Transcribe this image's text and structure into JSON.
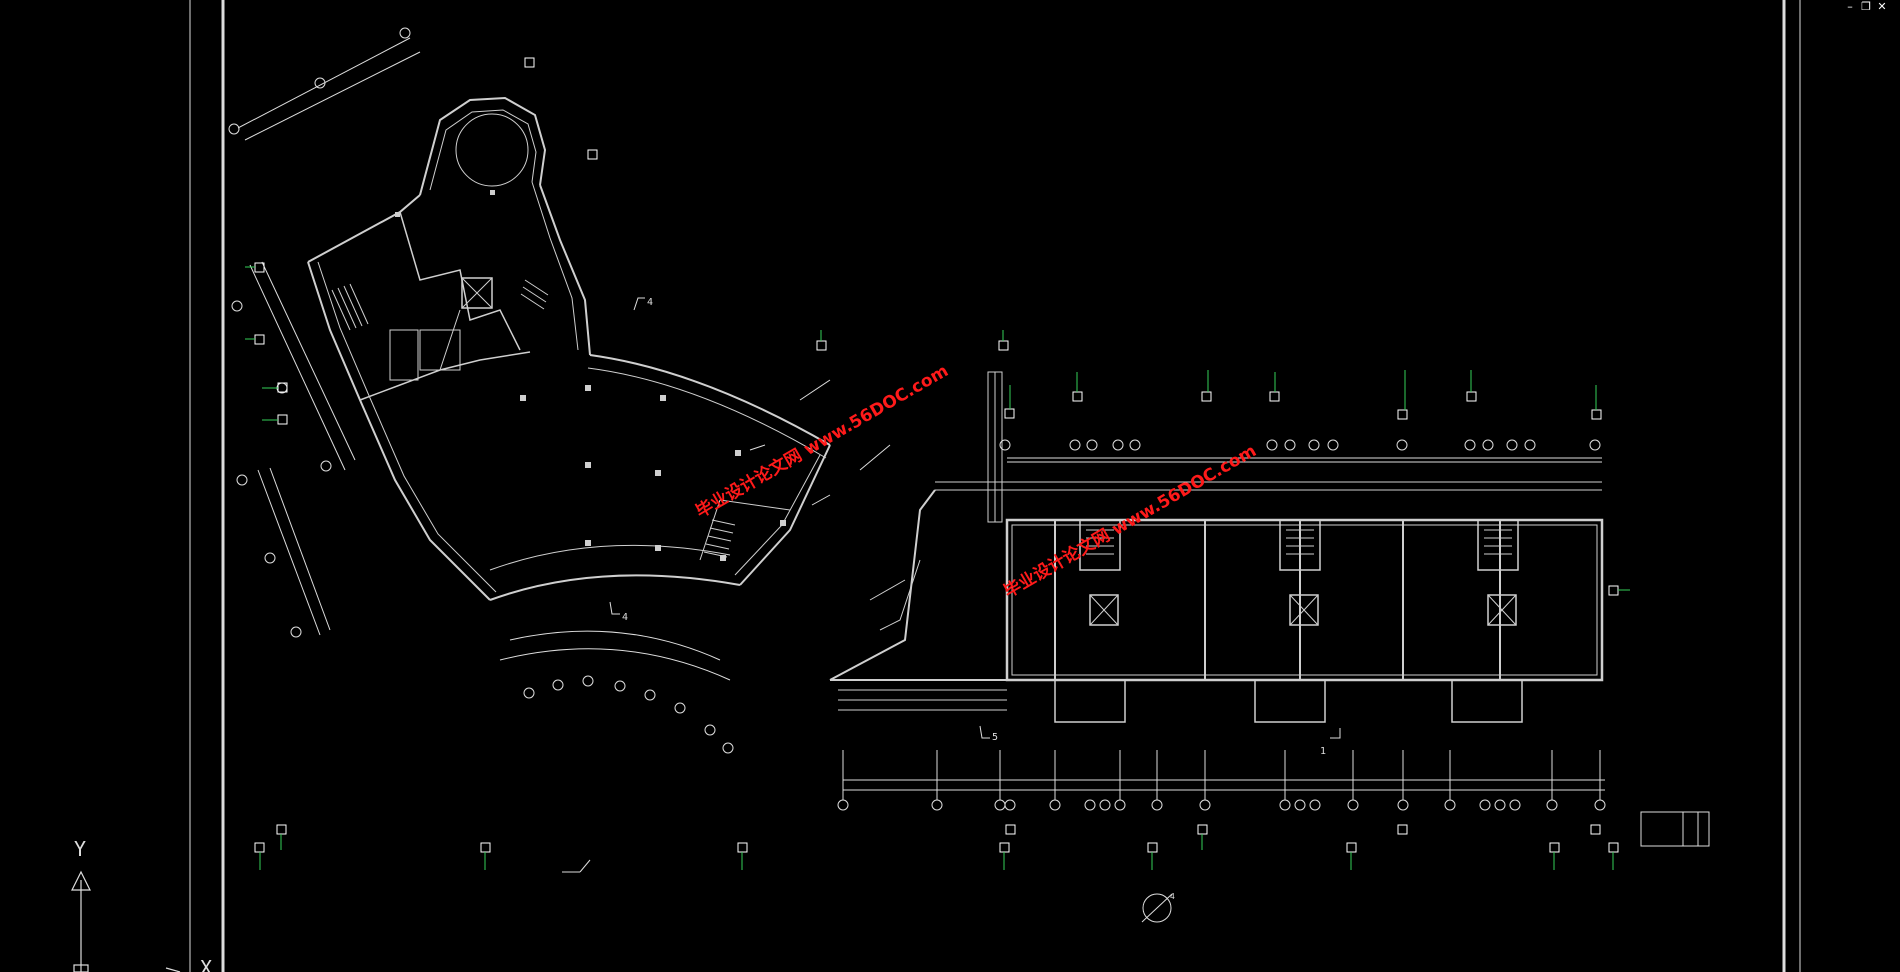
{
  "window": {
    "minimize_label": "–",
    "restore_label": "❐",
    "close_label": "✕"
  },
  "ucs": {
    "y_label": "Y",
    "x_label": "X"
  },
  "watermark_text": "毕业设计论文网  www.56DOC.com",
  "section_marks": [
    {
      "id": "west-4",
      "label": "4"
    },
    {
      "id": "south-4",
      "label": "4"
    },
    {
      "id": "south-5",
      "label": "5"
    },
    {
      "id": "east-1",
      "label": "1"
    }
  ],
  "north_arrow_label": "4",
  "colors": {
    "background": "#000000",
    "linework": "#dcdcdc",
    "marker": "#ffffff",
    "leader": "#34d058",
    "watermark": "#ff1a1a"
  }
}
